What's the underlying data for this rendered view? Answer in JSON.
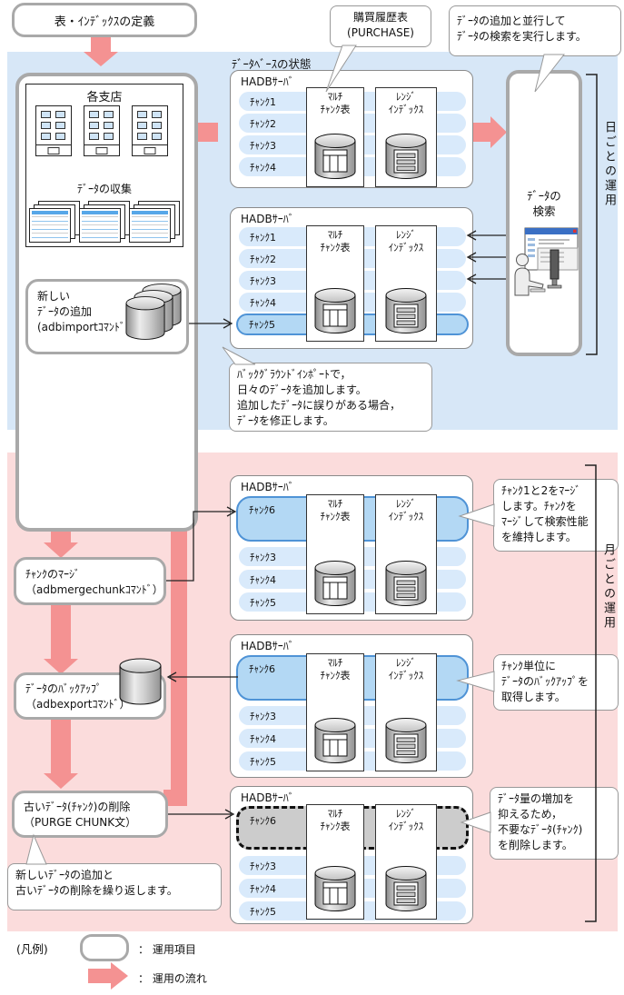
{
  "define_box": {
    "label": "表・ｲﾝﾃﾞｯｸｽの定義"
  },
  "database_state_label": "ﾃﾞｰﾀﾍﾞｰｽの状態",
  "source": {
    "branches_label": "各支店",
    "collect_label": "ﾃﾞｰﾀの収集",
    "import_box": {
      "line1": "新しい",
      "line2": "ﾃﾞｰﾀの追加",
      "line3": "(adbimportｺﾏﾝﾄﾞ)"
    }
  },
  "search_box": {
    "line1": "ﾃﾞｰﾀの",
    "line2": "検索"
  },
  "servers": [
    {
      "title": "HADBｻｰﾊﾞ",
      "chunks": [
        "ﾁｬﾝｸ1",
        "ﾁｬﾝｸ2",
        "ﾁｬﾝｸ3",
        "ﾁｬﾝｸ4"
      ],
      "table": [
        "ﾏﾙﾁ",
        "ﾁｬﾝｸ表"
      ],
      "index": [
        "ﾚﾝｼﾞ",
        "ｲﾝﾃﾞｯｸｽ"
      ]
    },
    {
      "title": "HADBｻｰﾊﾞ",
      "chunks": [
        "ﾁｬﾝｸ1",
        "ﾁｬﾝｸ2",
        "ﾁｬﾝｸ3",
        "ﾁｬﾝｸ4",
        "ﾁｬﾝｸ5"
      ],
      "table": [
        "ﾏﾙﾁ",
        "ﾁｬﾝｸ表"
      ],
      "index": [
        "ﾚﾝｼﾞ",
        "ｲﾝﾃﾞｯｸｽ"
      ]
    },
    {
      "title": "HADBｻｰﾊﾞ",
      "chunks": [
        "ﾁｬﾝｸ6",
        "ﾁｬﾝｸ3",
        "ﾁｬﾝｸ4",
        "ﾁｬﾝｸ5"
      ],
      "table": [
        "ﾏﾙﾁ",
        "ﾁｬﾝｸ表"
      ],
      "index": [
        "ﾚﾝｼﾞ",
        "ｲﾝﾃﾞｯｸｽ"
      ]
    },
    {
      "title": "HADBｻｰﾊﾞ",
      "chunks": [
        "ﾁｬﾝｸ6",
        "ﾁｬﾝｸ3",
        "ﾁｬﾝｸ4",
        "ﾁｬﾝｸ5"
      ],
      "table": [
        "ﾏﾙﾁ",
        "ﾁｬﾝｸ表"
      ],
      "index": [
        "ﾚﾝｼﾞ",
        "ｲﾝﾃﾞｯｸｽ"
      ]
    },
    {
      "title": "HADBｻｰﾊﾞ",
      "chunks": [
        "ﾁｬﾝｸ6",
        "ﾁｬﾝｸ3",
        "ﾁｬﾝｸ4",
        "ﾁｬﾝｸ5"
      ],
      "table": [
        "ﾏﾙﾁ",
        "ﾁｬﾝｸ表"
      ],
      "index": [
        "ﾚﾝｼﾞ",
        "ｲﾝﾃﾞｯｸｽ"
      ]
    }
  ],
  "ops": {
    "merge": {
      "line1": "ﾁｬﾝｸのﾏｰｼﾞ",
      "line2": "（adbmergechunkｺﾏﾝﾄﾞ）"
    },
    "backup": {
      "line1": "ﾃﾞｰﾀのﾊﾞｯｸｱｯﾌﾟ",
      "line2": "（adbexportｺﾏﾝﾄﾞ）"
    },
    "purge": {
      "line1": "古いﾃﾞｰﾀ(ﾁｬﾝｸ)の削除",
      "line2": "（PURGE CHUNK文）"
    }
  },
  "callouts": {
    "purchase": {
      "line1": "購買履歴表",
      "line2": "(PURCHASE)"
    },
    "parallel_search": {
      "line1": "ﾃﾞｰﾀの追加と並行して",
      "line2": "ﾃﾞｰﾀの検索を実行します。"
    },
    "background_import": {
      "line1": "ﾊﾞｯｸｸﾞﾗｳﾝﾄﾞｲﾝﾎﾟｰﾄで，",
      "line2": "日々のﾃﾞｰﾀを追加します。",
      "line3": "追加したﾃﾞｰﾀに誤りがある場合，",
      "line4": "ﾃﾞｰﾀを修正します。"
    },
    "merge": {
      "line1": "ﾁｬﾝｸ1と2をﾏｰｼﾞ",
      "line2": "します。ﾁｬﾝｸを",
      "line3": "ﾏｰｼﾞして検索性能",
      "line4": "を維持します。"
    },
    "backup": {
      "line1": "ﾁｬﾝｸ単位に",
      "line2": "ﾃﾞｰﾀのﾊﾞｯｸｱｯﾌﾟを",
      "line3": "取得します。"
    },
    "delete": {
      "line1": "ﾃﾞｰﾀ量の増加を",
      "line2": "抑えるため，",
      "line3": "不要なﾃﾞｰﾀ(ﾁｬﾝｸ)",
      "line4": "を削除します。"
    },
    "repeat": {
      "line1": "新しいﾃﾞｰﾀの追加と",
      "line2": "古いﾃﾞｰﾀの削除を繰り返します。"
    }
  },
  "brackets": {
    "daily": "日ごとの運用",
    "monthly": "月ごとの運用"
  },
  "legend": {
    "caption": "(凡例)",
    "box_label": "： 運用項目",
    "arrow_label": "： 運用の流れ"
  },
  "colors": {
    "daily_bg": "#d7e7f7",
    "monthly_bg": "#fbdcdc",
    "flow_arrow": "#f49292",
    "collect_arrow": "#eef0c8",
    "chunk_fill": "#d9eafb",
    "chunk_highlight_fill": "#b3d8f4",
    "chunk_highlight_border": "#4f93d6",
    "chunk_deleted_fill": "#cccccc"
  }
}
